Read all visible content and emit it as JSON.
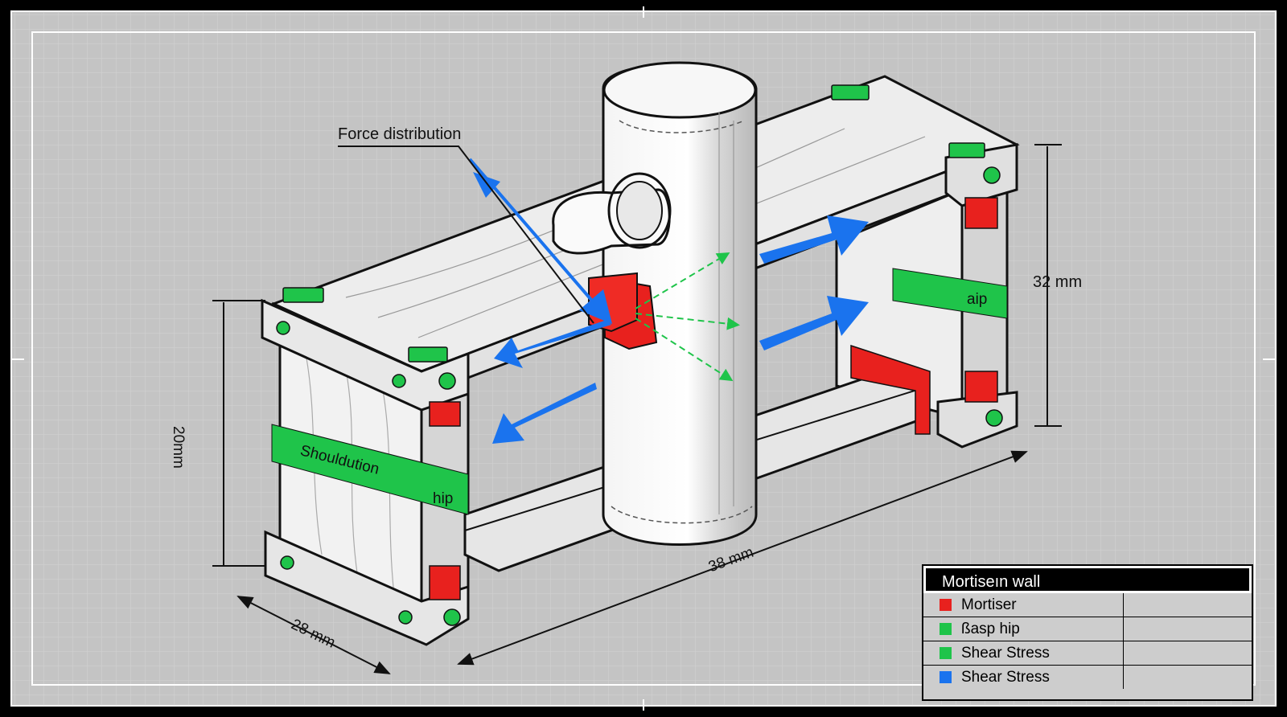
{
  "labels": {
    "force_distribution": "Force distribution",
    "dim_height_right": "32 mm",
    "dim_height_left": "20mm",
    "dim_length": "38 mm",
    "dim_width": "28 mm",
    "band_left": "Shouldution",
    "band_left_2": "hip",
    "band_right": "aip"
  },
  "legend": {
    "title": "Mortiseın wall",
    "items": [
      {
        "label": "Mortiser",
        "color": "#e8211e"
      },
      {
        "label": "ßasp hip",
        "color": "#1fc44a"
      },
      {
        "label": "Shear Stress",
        "color": "#1fc44a"
      },
      {
        "label": "Shear Stress",
        "color": "#1a73ee"
      }
    ]
  },
  "colors": {
    "background": "#c4c4c4",
    "grid": "#d6d6d6",
    "wood": "#efefef",
    "tenon": "#e8211e",
    "shoulder": "#1fc44a",
    "force": "#1a73ee"
  }
}
